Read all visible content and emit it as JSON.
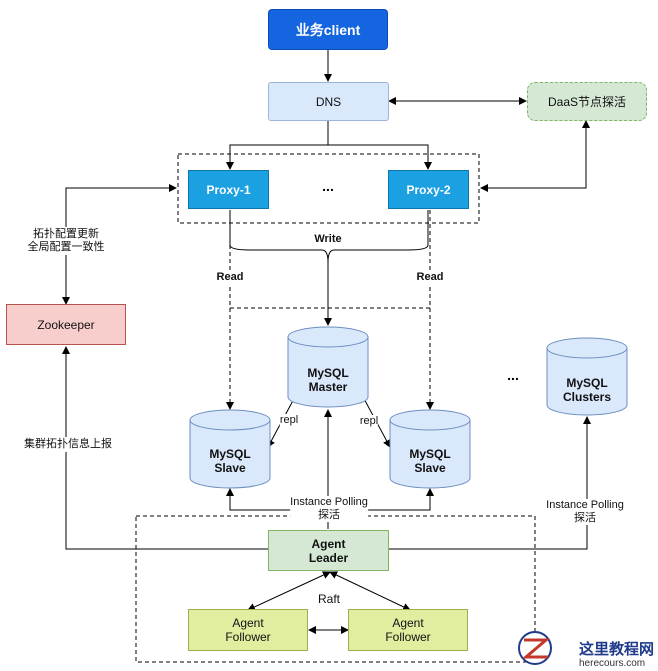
{
  "nodes": {
    "client": "业务client",
    "dns": "DNS",
    "daas": "DaaS节点探活",
    "proxy1": "Proxy-1",
    "proxy2": "Proxy-2",
    "zookeeper": "Zookeeper",
    "mysql_master": [
      "MySQL",
      "Master"
    ],
    "mysql_slave_left": [
      "MySQL",
      "Slave"
    ],
    "mysql_slave_right": [
      "MySQL",
      "Slave"
    ],
    "mysql_clusters": [
      "MySQL",
      "Clusters"
    ],
    "agent_leader": [
      "Agent",
      "Leader"
    ],
    "agent_follower_left": [
      "Agent",
      "Follower"
    ],
    "agent_follower_right": [
      "Agent",
      "Follower"
    ]
  },
  "labels": {
    "proxy_ellipsis": "...",
    "clusters_ellipsis": "...",
    "write": "Write",
    "read_left": "Read",
    "read_right": "Read",
    "repl_left": "repl",
    "repl_right": "repl",
    "topology_update": [
      "拓扑配置更新",
      "全局配置一致性"
    ],
    "cluster_report": "集群拓扑信息上报",
    "instance_polling_center": [
      "Instance Polling",
      "探活"
    ],
    "instance_polling_right": [
      "Instance Polling",
      "探活"
    ],
    "raft": "Raft"
  },
  "watermark": {
    "title": "这里教程网",
    "url": "herecours.com"
  },
  "colors": {
    "client": "#1565e0",
    "dns": "#dae8fc",
    "daas": "#d5e8d4",
    "proxy": "#1ba1e2",
    "zookeeper": "#f8cecc",
    "mysql": "#dae8fc",
    "agent_leader": "#d5e8d4",
    "agent_follower": "#e1eea0"
  }
}
